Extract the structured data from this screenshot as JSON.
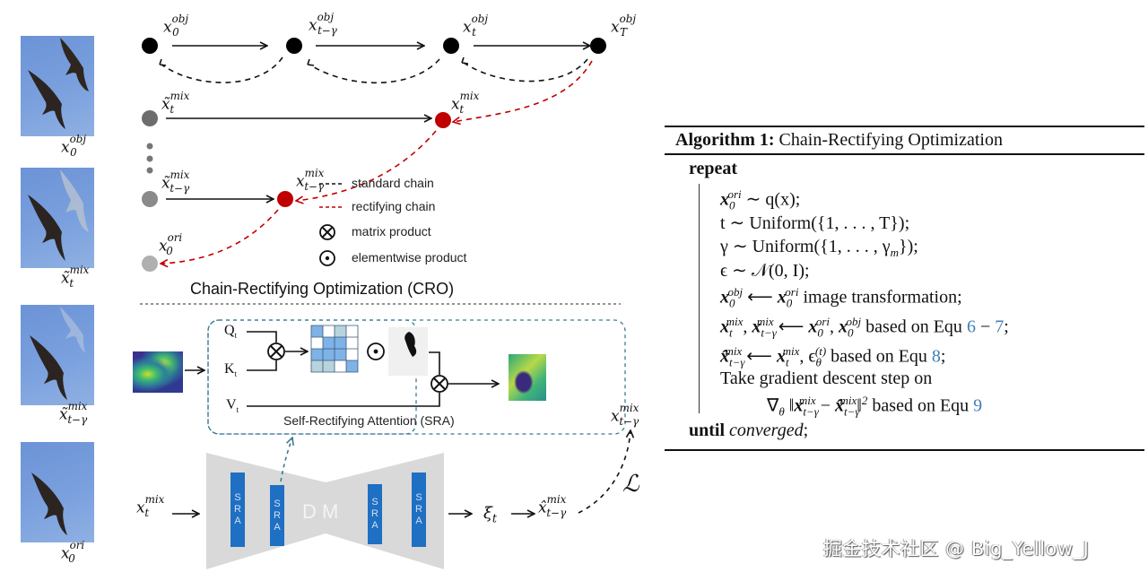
{
  "figure": {
    "images": [
      {
        "id": "img-obj",
        "caption_base": "x",
        "caption_sub": "0",
        "caption_sup": "obj",
        "tilde": false
      },
      {
        "id": "img-mix-t",
        "caption_base": "x̃",
        "caption_sub": "t",
        "caption_sup": "mix",
        "tilde": true
      },
      {
        "id": "img-mix-tg",
        "caption_base": "x̃",
        "caption_sub": "t−γ",
        "caption_sup": "mix",
        "tilde": true
      },
      {
        "id": "img-ori",
        "caption_base": "x",
        "caption_sub": "0",
        "caption_sup": "ori",
        "tilde": false
      }
    ],
    "top_chain": [
      {
        "base": "x",
        "sub": "0",
        "sup": "obj"
      },
      {
        "base": "x",
        "sub": "t−γ",
        "sup": "obj"
      },
      {
        "base": "x",
        "sub": "t",
        "sup": "obj"
      },
      {
        "base": "x",
        "sub": "T",
        "sup": "obj"
      }
    ],
    "mix_nodes": {
      "tilde_t": {
        "base": "x̃",
        "sub": "t",
        "sup": "mix"
      },
      "t": {
        "base": "x",
        "sub": "t",
        "sup": "mix"
      },
      "tilde_tg": {
        "base": "x̃",
        "sub": "t−γ",
        "sup": "mix"
      },
      "tg": {
        "base": "x",
        "sub": "t−γ",
        "sup": "mix"
      },
      "ori": {
        "base": "x",
        "sub": "0",
        "sup": "ori"
      }
    },
    "legend": {
      "standard_chain": "standard chain",
      "rectifying_chain": "rectifying chain",
      "matrix_product": "matrix product",
      "elementwise_product": "elementwise product"
    },
    "cro_title": "Chain-Rectifying Optimization (CRO)",
    "sra": {
      "title": "Self-Rectifying Attention (SRA)",
      "q": "Q",
      "k": "K",
      "v": "V",
      "subscript": "t"
    },
    "dm": {
      "label": "D M",
      "block_label": [
        "S",
        "R",
        "A"
      ],
      "input": {
        "base": "x",
        "sub": "t",
        "sup": "mix"
      },
      "xi": {
        "base": "ξ",
        "sub": "t"
      },
      "output": {
        "base": "x̂",
        "sub": "t−γ",
        "sup": "mix"
      },
      "target": {
        "base": "x",
        "sub": "t−γ",
        "sup": "mix"
      },
      "loss": "ℒ"
    },
    "colors": {
      "red": "#c00000",
      "sra_blue": "#1f6fc2",
      "dash_blue": "#3a7a94",
      "dm_gray": "#d9d9d9",
      "ref_blue": "#3f7fb6"
    }
  },
  "algorithm": {
    "label": "Algorithm 1:",
    "title": "Chain-Rectifying Optimization",
    "repeat": "repeat",
    "until": "until",
    "converged": "converged",
    "lines": [
      "x₀ᵒʳⁱ ∼ q(x);",
      "t ∼ Uniform({1, . . . , T});",
      "γ ∼ Uniform({1, . . . , γₘ});",
      "ϵ ∼ 𝒩(0, I);",
      "x₀ᵒᵇʲ ⟵ x₀ᵒʳⁱ image transformation;",
      "xₜᵐⁱˣ, xₜ₋ᵧᵐⁱˣ ⟵ x₀ᵒʳⁱ, x₀ᵒᵇʲ based on Equ 6 − 7;",
      "x̂ₜ₋ᵧᵐⁱˣ ⟵ xₜᵐⁱˣ, ϵθ⁽ᵗ⁾ based on Equ 8;",
      "Take gradient descent step on",
      "∇θ ‖xₜ₋ᵧᵐⁱˣ − x̂ₜ₋ᵧᵐⁱˣ‖² based on Equ 9"
    ],
    "text": {
      "l1_rest": " ∼ q(x);",
      "l2": "t ∼ Uniform({1, . . . , T});",
      "l3a": "γ ∼ Uniform({1, . . . , γ",
      "l3b": "m",
      "l3c": "});",
      "l4": "ϵ ∼ 𝒩(0, I);",
      "l5_mid": " ⟵ ",
      "l5_rest": " image transformation;",
      "l6_sep": ", ",
      "based_on": " based on Equ ",
      "ref_6": "6",
      "dash": " − ",
      "ref_7": "7",
      "ref_8": "8",
      "ref_9": "9",
      "semicolon": ";",
      "take_step": "Take gradient descent step on",
      "nabla": "∇",
      "theta": "θ",
      "norm_open": " ‖",
      "norm_close": "‖",
      "minus": " − ",
      "squared": "2",
      "eps": "ϵ",
      "eps_sup": "(t)"
    }
  },
  "watermark": "掘金技术社区 @ Big_Yellow_J"
}
